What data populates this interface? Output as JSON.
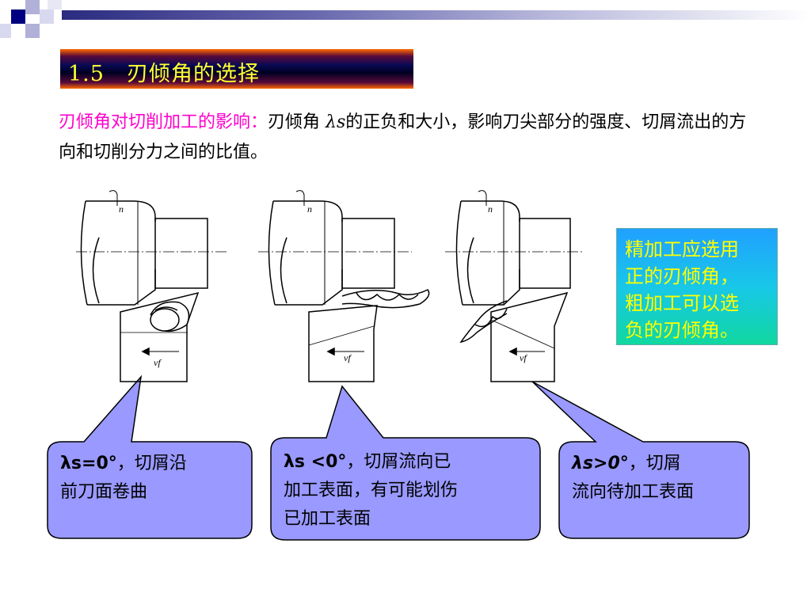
{
  "title": "1.5　刃倾角的选择",
  "intro": {
    "highlight": "刃倾角对切削加工的影响：",
    "prefix": "刃倾角",
    "symbol": "λs",
    "rest": "的正负和大小，影响刀尖部分的强度、切屑流出的方向和切削分力之间的比值。"
  },
  "figures": [
    {
      "rotation_label": "n",
      "feed_label": "vf"
    },
    {
      "rotation_label": "n",
      "feed_label": "vf"
    },
    {
      "rotation_label": "n",
      "feed_label": "vf"
    }
  ],
  "note": {
    "lines": [
      "精加工应选用",
      "正的刃倾角，",
      "粗加工可以选",
      "负的刃倾角。"
    ]
  },
  "callouts": [
    {
      "condition": "λs=0°",
      "line1_tail": "，切屑沿",
      "line2": "前刀面卷曲"
    },
    {
      "condition": "λs <0°",
      "line1_tail": "，切屑流向已",
      "line2": "加工表面，有可能划伤",
      "line3": "已加工表面"
    },
    {
      "condition": "λs>0°",
      "line1_tail": "，切屑",
      "line2": "流向待加工表面"
    }
  ],
  "colors": {
    "title_text": "#ffff33",
    "highlight": "#ff00cc",
    "callout_fill": "#9999ff",
    "note_text": "#ffff00"
  }
}
